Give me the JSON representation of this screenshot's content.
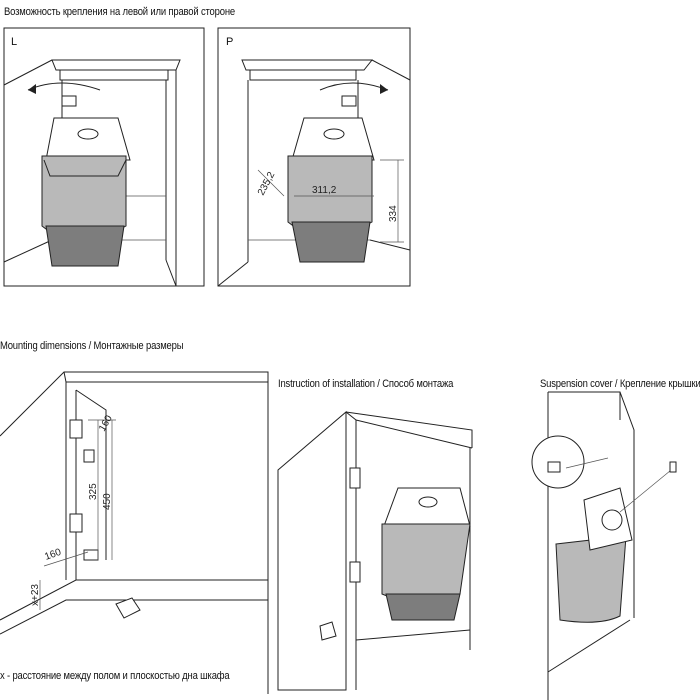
{
  "top": {
    "heading": "Возможность крепления на левой или правой стороне",
    "left_panel": {
      "tag": "L"
    },
    "right_panel": {
      "tag": "P",
      "dims": {
        "depth": "235,2",
        "width": "311,2",
        "height": "334"
      }
    }
  },
  "mounting": {
    "heading": "Mounting dimensions / Монтажные размеры",
    "dims": {
      "d1": "160",
      "d2": "325",
      "d3": "450",
      "d4": "160",
      "d5": "x+23"
    },
    "footnote": "x - расстояние между полом и плоскостью дна шкафа"
  },
  "installation": {
    "heading": "Instruction of installation / Способ монтажа"
  },
  "suspension": {
    "heading": "Suspension cover / Крепление крышки"
  }
}
